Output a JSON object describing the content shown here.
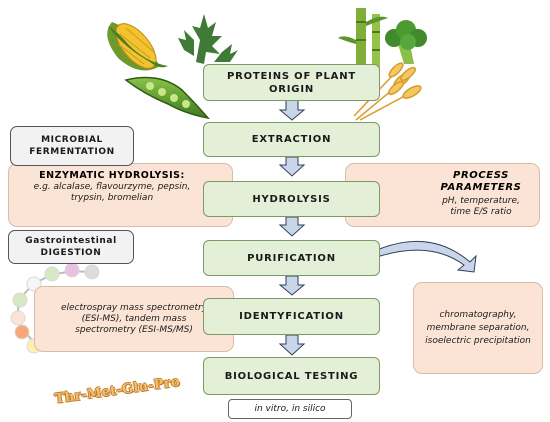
{
  "steps": [
    {
      "id": "proteins",
      "label": "PROTEINS OF PLANT ORIGIN"
    },
    {
      "id": "extraction",
      "label": "EXTRACTION"
    },
    {
      "id": "hydrolysis",
      "label": "HYDROLYSIS"
    },
    {
      "id": "purification",
      "label": "PURIFICATION"
    },
    {
      "id": "identyfication",
      "label": "IDENTYFICATION"
    },
    {
      "id": "testing",
      "label": "BIOLOGICAL TESTING"
    }
  ],
  "side": {
    "microbial": "MICROBIAL FERMENTATION",
    "gastro": "Gastrointestinal DIGESTION",
    "enzymatic_title": "ENZYMATIC HYDROLYSIS:",
    "enzymatic_text": "e.g. alcalase, flavourzyme, pepsin, trypsin, bromelian",
    "process_title": "PROCESS PARAMETERS",
    "process_text": "pH, temperature, time E/S ratio",
    "ms_text": "electrospray mass spectrometry (ESI-MS), tandem mass spectrometry (ESI-MS/MS)",
    "purification_methods": "chromatography, membrane separation, isoelectric precipitation",
    "testing_methods": "in vitro, in silico",
    "peptide": "Thr-Met-Glu-Pro"
  },
  "colors": {
    "step_fill": "#e4efd8",
    "step_border": "#7e9a64",
    "note_fill": "#fbe4d6",
    "arrow_blue": "#c9d6ea",
    "arrow_border": "#2f3e57"
  },
  "icons": [
    "corn-icon",
    "seaweed-icon",
    "bamboo-icon",
    "broccoli-icon",
    "pea-pod-icon",
    "wheat-icon"
  ]
}
